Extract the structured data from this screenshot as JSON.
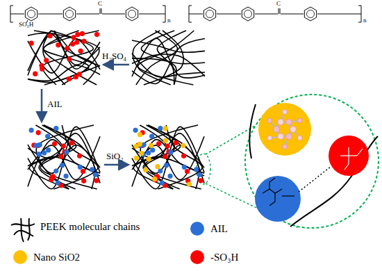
{
  "diagram": {
    "labels": [
      "SO₃H",
      "C",
      "n",
      "C",
      "n",
      "H₂SO₄",
      "AIL",
      "SiO₂"
    ],
    "legend": [
      {
        "text": "PEEK molecular chains"
      },
      {
        "text": "AIL",
        "color": "#2b6fd6"
      },
      {
        "text": "Nano SiO2",
        "color": "#ffc000"
      },
      {
        "text": "-SO₃H",
        "color": "#ff0000"
      }
    ]
  }
}
